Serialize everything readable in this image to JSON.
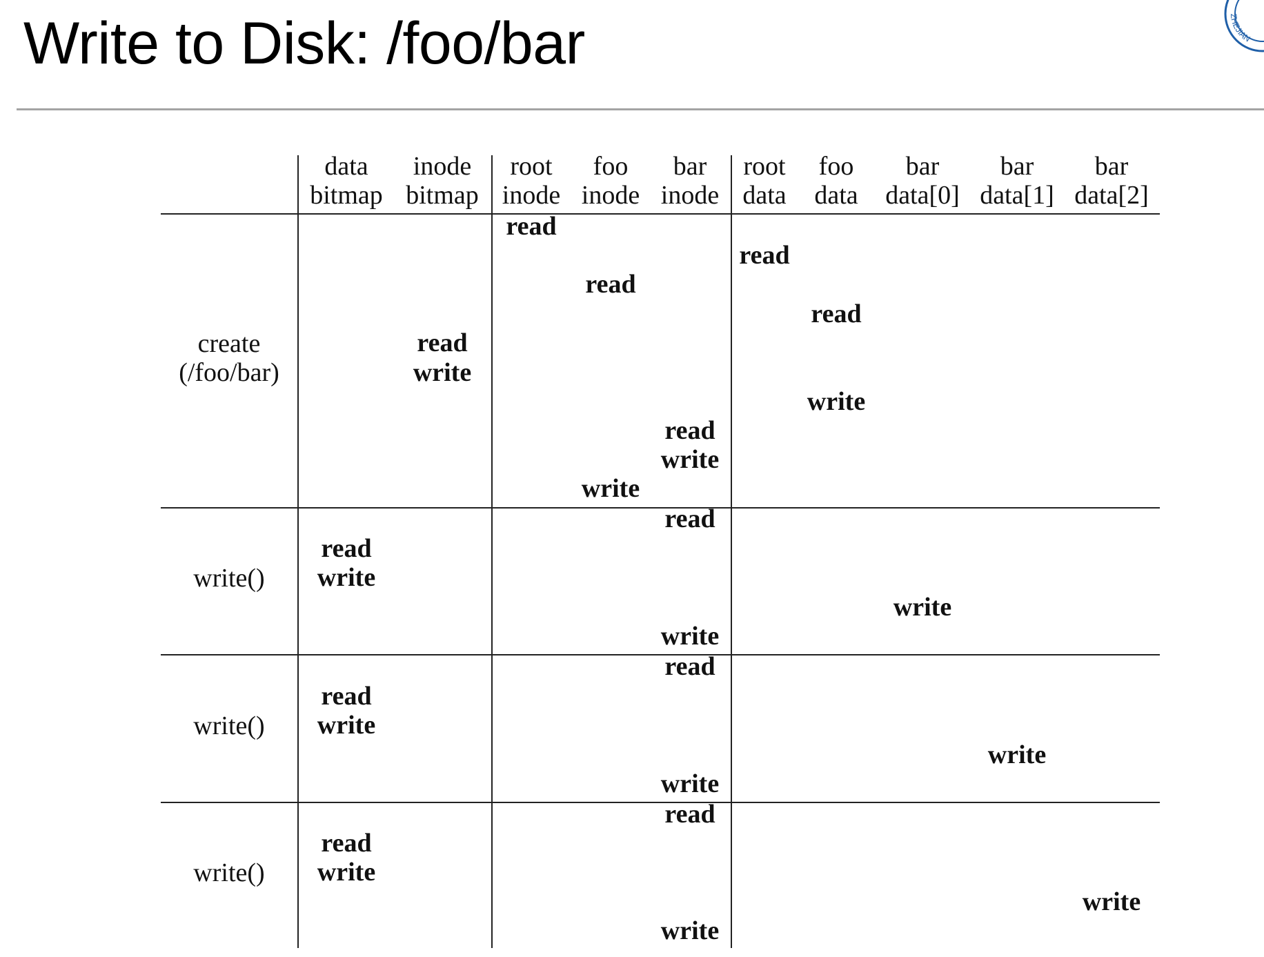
{
  "title": "Write to Disk: /foo/bar",
  "logo": {
    "icon": "university-seal",
    "text": "ZHEJIAN"
  },
  "table": {
    "columns": [
      {
        "line1": "data",
        "line2": "bitmap"
      },
      {
        "line1": "inode",
        "line2": "bitmap"
      },
      {
        "line1": "root",
        "line2": "inode"
      },
      {
        "line1": "foo",
        "line2": "inode"
      },
      {
        "line1": "bar",
        "line2": "inode"
      },
      {
        "line1": "root",
        "line2": "data"
      },
      {
        "line1": "foo",
        "line2": "data"
      },
      {
        "line1": "bar",
        "line2": "data[0]"
      },
      {
        "line1": "bar",
        "line2": "data[1]"
      },
      {
        "line1": "bar",
        "line2": "data[2]"
      }
    ],
    "rows": [
      {
        "line1": "create",
        "line2": "(/foo/bar)",
        "ops": [
          {
            "col": 2,
            "text": "read"
          },
          {
            "col": 5,
            "text": "read"
          },
          {
            "col": 3,
            "text": "read"
          },
          {
            "col": 6,
            "text": "read"
          },
          {
            "col": 1,
            "text": "read"
          },
          {
            "col": 1,
            "text": "write"
          },
          {
            "col": 6,
            "text": "write"
          },
          {
            "col": 4,
            "text": "read"
          },
          {
            "col": 4,
            "text": "write"
          },
          {
            "col": 3,
            "text": "write"
          }
        ]
      },
      {
        "line1": "write()",
        "line2": "",
        "ops": [
          {
            "col": 4,
            "text": "read"
          },
          {
            "col": 0,
            "text": "read"
          },
          {
            "col": 0,
            "text": "write"
          },
          {
            "col": 7,
            "text": "write"
          },
          {
            "col": 4,
            "text": "write"
          }
        ]
      },
      {
        "line1": "write()",
        "line2": "",
        "ops": [
          {
            "col": 4,
            "text": "read"
          },
          {
            "col": 0,
            "text": "read"
          },
          {
            "col": 0,
            "text": "write"
          },
          {
            "col": 8,
            "text": "write"
          },
          {
            "col": 4,
            "text": "write"
          }
        ]
      },
      {
        "line1": "write()",
        "line2": "",
        "ops": [
          {
            "col": 4,
            "text": "read"
          },
          {
            "col": 0,
            "text": "read"
          },
          {
            "col": 0,
            "text": "write"
          },
          {
            "col": 9,
            "text": "write"
          },
          {
            "col": 4,
            "text": "write"
          }
        ]
      }
    ]
  }
}
